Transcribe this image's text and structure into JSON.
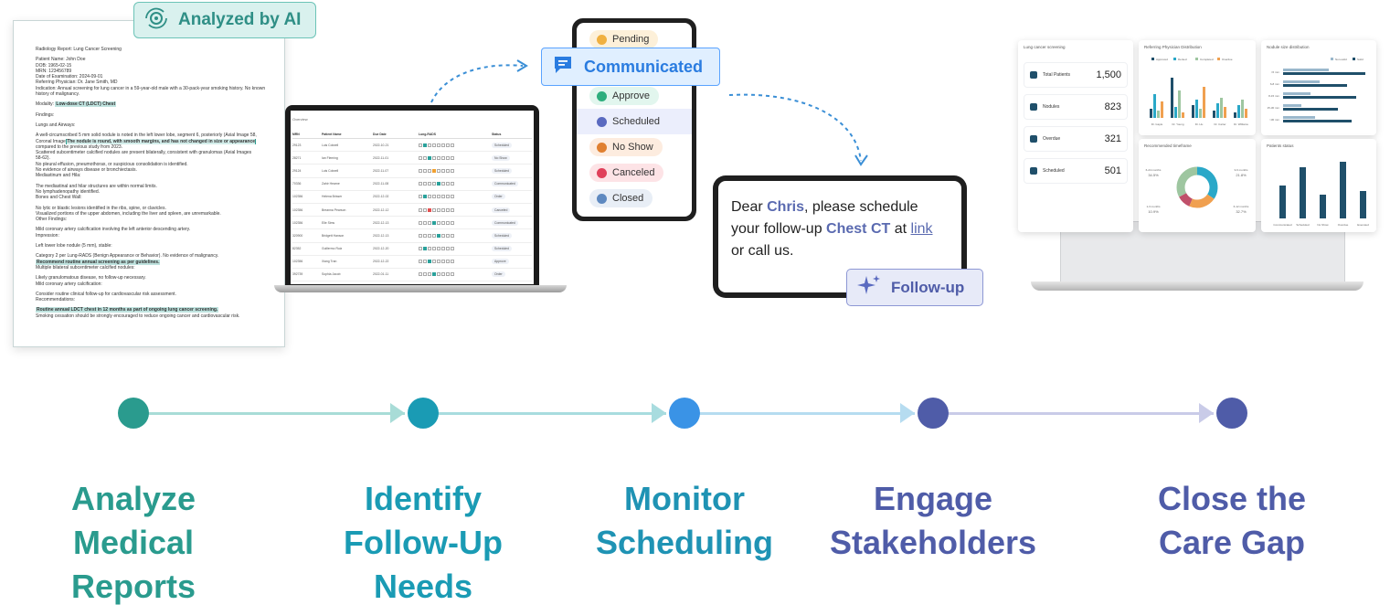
{
  "badges": {
    "analyzed": "Analyzed by AI",
    "communicated": "Communicated",
    "follow_up": "Follow-up"
  },
  "report": {
    "lines": [
      "Radiology Report: Lung Cancer Screening",
      "",
      "Patient Name: John Doe",
      "DOB: 1965-02-15",
      "MRN: 123456789",
      "Date of Examination: 2024-09-01",
      "Referring Physician: Dr. Jane Smith, MD",
      "Indication: Annual screening for lung cancer in a 59-year-old male with a 30-pack-year smoking history. No known",
      "history of malignancy.",
      "",
      "Findings:",
      "",
      "Lungs and Airways:",
      "",
      "A well-circumscribed 5 mm solid nodule is noted in the left lower lobe, segment 6, posteriorly (Axial Image 58,",
      "compared to the previous study from 2023.",
      "Scattered subcentimeter calcified nodules are present bilaterally, consistent with granulomas (Axial Images",
      "58-62).",
      "No pleural effusion, pneumothorax, or suspicious consolidation is identified.",
      "No evidence of airways disease or bronchiectasis.",
      "Mediastinum and Hila:",
      "",
      "The mediastinal and hilar structures are within normal limits.",
      "No lymphadenopathy identified.",
      "Bones and Chest Wall:",
      "",
      "No lytic or blastic lesions identified in the ribs, spine, or clavicles.",
      "Visualized portions of the upper abdomen, including the liver and spleen, are unremarkable.",
      "Other Findings:",
      "",
      "Mild coronary artery calcification involving the left anterior descending artery.",
      "Impression:",
      "",
      "Left lower lobe nodule (5 mm), stable:",
      "",
      "Category 2 per Lung-RADS (Benign Appearance or Behavior). No evidence of malignancy.",
      "Multiple bilateral subcentimeter calcified nodules:",
      "",
      "Likely granulomatous disease, no follow-up necessary.",
      "Mild coronary artery calcification:",
      "",
      "Consider routine clinical follow-up for cardiovascular risk assessment.",
      "Recommendations:",
      "",
      "",
      "Smoking cessation should be strongly encouraged to reduce ongoing cancer and cardiovascular risk."
    ],
    "modality_label": "Modality:",
    "modality_value": "Low-dose CT (LDCT) Chest",
    "coronal_prefix": "Coronal Image",
    "coronal_highlight": "The nodule is round, with smooth margins, and has not changed in size or appearance",
    "recommend_highlight": "Recommend routine annual screening as per guidelines.",
    "routine_highlight": "Routine annual LDCT chest in 12 months as part of ongoing lung cancer screening."
  },
  "worklist": {
    "title": "Overview",
    "headers": [
      "MRN",
      "Patient Name",
      "Due Date",
      "Lung-RADS",
      "Status"
    ],
    "rows": [
      {
        "mrn": "29123",
        "name": "Luis Colwell",
        "date": "2022-10-21",
        "status": "Scheduled"
      },
      {
        "mrn": "28271",
        "name": "Ian Fleming",
        "date": "2022-11-01",
        "status": "No Show"
      },
      {
        "mrn": "29124",
        "name": "Luis Colwell",
        "date": "2022-11-07",
        "status": "Scheduled"
      },
      {
        "mrn": "70336",
        "name": "Zahir Hearne",
        "date": "2022-11-08",
        "status": "Communicated"
      },
      {
        "mrn": "102356",
        "name": "Helena Brisser",
        "date": "2022-12-02",
        "status": "Order"
      },
      {
        "mrn": "102356",
        "name": "Breanna Pearson",
        "date": "2022-12-12",
        "status": "Canceled"
      },
      {
        "mrn": "102356",
        "name": "Elle Sims",
        "date": "2022-12-13",
        "status": "Communicated"
      },
      {
        "mrn": "320900",
        "name": "Bridgett Hanson",
        "date": "2022-12-13",
        "status": "Scheduled"
      },
      {
        "mrn": "82352",
        "name": "Guillermo Ruiz",
        "date": "2022-12-20",
        "status": "Scheduled"
      },
      {
        "mrn": "102356",
        "name": "Xiang Tran",
        "date": "2022-12-22",
        "status": "Approve"
      },
      {
        "mrn": "392739",
        "name": "Sophia Jacob",
        "date": "2022-01-11",
        "status": "Order"
      }
    ]
  },
  "statuses": [
    {
      "label": "Pending",
      "bg": "#fdf0d9",
      "color": "#333",
      "icon": "#f0b040"
    },
    {
      "label": "Approve",
      "bg": "#e2f6ee",
      "color": "#333",
      "icon": "#2eae7d"
    },
    {
      "label": "Scheduled",
      "bg": "#ebeefc",
      "color": "#333",
      "icon": "#5a6ac0"
    },
    {
      "label": "No Show",
      "bg": "#fdecdf",
      "color": "#333",
      "icon": "#e08030"
    },
    {
      "label": "Canceled",
      "bg": "#fde3e6",
      "color": "#333",
      "icon": "#e0405a"
    },
    {
      "label": "Closed",
      "bg": "#e8eef6",
      "color": "#333",
      "icon": "#5e89c0"
    }
  ],
  "message": {
    "t1": "Dear ",
    "name": "Chris",
    "t2": ", please schedule your follow-up ",
    "exam": "Chest CT",
    "t3": " at ",
    "link": "link",
    "t4": " or call us."
  },
  "dashboard": {
    "kpi_title": "Lung cancer screening",
    "kpis": [
      {
        "label": "Total Patients",
        "value": "1,500"
      },
      {
        "label": "Nodules",
        "value": "823"
      },
      {
        "label": "Overdue",
        "value": "321"
      },
      {
        "label": "Scheduled",
        "value": "501"
      }
    ],
    "ref_title": "Referring Physician Distribution",
    "ref_legend": [
      "Approved",
      "Denied",
      "Completed",
      "Overdue"
    ],
    "ref_categories": [
      "Dr. Gayle",
      "Dr. Young",
      "Dr. Hu",
      "Dr. Carter",
      "Dr. Williams"
    ],
    "nodule_title": "Nodule size distribution",
    "nodule_legend": [
      "Non-solid",
      "Solid"
    ],
    "nodule_categories": [
      "<6 mm",
      "6-8 mm",
      "8-15 mm",
      "15-30 mm",
      ">30 mm"
    ],
    "timeframe_title": "Recommended timeframe",
    "timeframe": [
      {
        "label": "6-24 months",
        "value": "34.5%"
      },
      {
        "label": "3-6 months",
        "value": "21.8%"
      },
      {
        "label": "1-3 months",
        "value": "10.9%"
      },
      {
        "label": "6-12 months",
        "value": "32.7%"
      }
    ],
    "status_title": "Patients status",
    "status_categories": [
      "Communicated",
      "Scheduled",
      "No Show",
      "Overdue",
      "Executed"
    ]
  },
  "steps": [
    {
      "label": "Analyze Medical Reports",
      "color": "#2a9b8e"
    },
    {
      "label": "Identify Follow-Up Needs",
      "color": "#1a9bb4"
    },
    {
      "label": "Monitor Scheduling",
      "color": "#1f93b4"
    },
    {
      "label": "Engage Stakeholders",
      "color": "#4f5ca8"
    },
    {
      "label": "Close the Care Gap",
      "color": "#4f5ca8"
    }
  ]
}
